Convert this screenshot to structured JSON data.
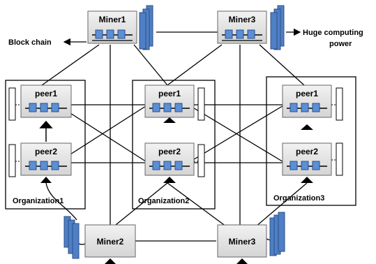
{
  "labels": {
    "miner_top_left": "Miner1",
    "miner_top_right": "Miner3",
    "miner_bottom_left": "Miner2",
    "miner_bottom_right": "Miner3",
    "org1_peer1": "peer1",
    "org1_peer2": "peer2",
    "org2_peer1": "peer1",
    "org2_peer2": "peer2",
    "org3_peer1": "peer1",
    "org3_peer2": "peer2",
    "org1": "Organization1",
    "org2": "Organization2",
    "org3": "Organization3",
    "block_chain": "Block chain",
    "huge_line1": "Huge computing",
    "huge_line2": "power"
  },
  "colors": {
    "box_fill": "#e6e6e6",
    "box_stroke": "#555555",
    "block_fill": "#5b8fd6",
    "stack_fill": "#4f7fc4",
    "line": "#000000"
  }
}
